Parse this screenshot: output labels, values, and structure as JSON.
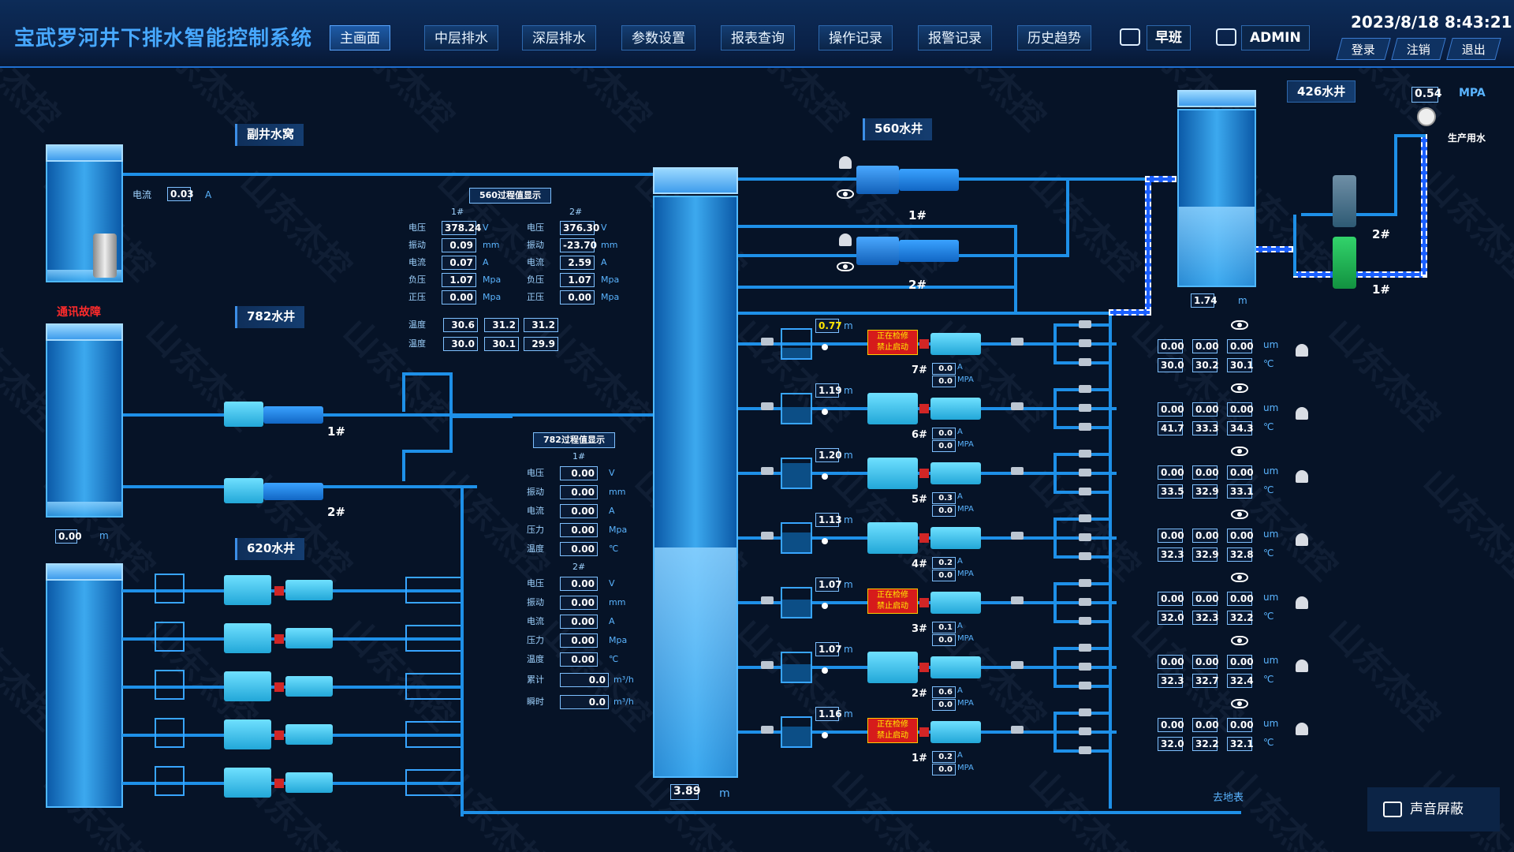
{
  "header": {
    "title": "宝武罗河井下排水智能控制系统",
    "nav": [
      "主画面",
      "中层排水",
      "深层排水",
      "参数设置",
      "报表查询",
      "操作记录",
      "报警记录",
      "历史趋势"
    ],
    "shift": "早班",
    "user": "ADMIN",
    "datetime": "2023/8/18 8:43:21",
    "buttons": [
      "登录",
      "注销",
      "退出"
    ]
  },
  "left": {
    "fujing_title": "副井水窝",
    "current_label": "电流",
    "current_value": "0.03",
    "current_unit": "A",
    "comm_fault": "通讯故障",
    "w782_title": "782水井",
    "w782_level": "0.00",
    "w782_level_unit": "m",
    "pump_1": "1#",
    "pump_2": "2#",
    "w620_title": "620水井"
  },
  "panel560": {
    "title": "560过程值显示",
    "col1": "1#",
    "col2": "2#",
    "rows": [
      {
        "label": "电压",
        "v1": "378.24",
        "v2": "376.30",
        "unit": "V"
      },
      {
        "label": "振动",
        "v1": "0.09",
        "v2": "-23.70",
        "unit": "mm"
      },
      {
        "label": "电流",
        "v1": "0.07",
        "v2": "2.59",
        "unit": "A"
      },
      {
        "label": "负压",
        "v1": "1.07",
        "v2": "1.07",
        "unit": "Mpa"
      },
      {
        "label": "正压",
        "v1": "0.00",
        "v2": "0.00",
        "unit": "Mpa"
      }
    ],
    "temp_rows": [
      {
        "label": "温度",
        "a": "30.6",
        "b": "31.2",
        "c": "31.2"
      },
      {
        "label": "温度",
        "a": "30.0",
        "b": "30.1",
        "c": "29.9"
      }
    ]
  },
  "panel782": {
    "title": "782过程值显示",
    "col1": "1#",
    "col2": "2#",
    "rows1": [
      {
        "label": "电压",
        "v": "0.00",
        "unit": "V"
      },
      {
        "label": "振动",
        "v": "0.00",
        "unit": "mm"
      },
      {
        "label": "电流",
        "v": "0.00",
        "unit": "A"
      },
      {
        "label": "压力",
        "v": "0.00",
        "unit": "Mpa"
      },
      {
        "label": "温度",
        "v": "0.00",
        "unit": "℃"
      }
    ],
    "rows2": [
      {
        "label": "电压",
        "v": "0.00",
        "unit": "V"
      },
      {
        "label": "振动",
        "v": "0.00",
        "unit": "mm"
      },
      {
        "label": "电流",
        "v": "0.00",
        "unit": "A"
      },
      {
        "label": "压力",
        "v": "0.00",
        "unit": "Mpa"
      },
      {
        "label": "温度",
        "v": "0.00",
        "unit": "℃"
      }
    ],
    "flow": [
      {
        "label": "累计",
        "v": "0.0",
        "unit": "m³/h"
      },
      {
        "label": "瞬时",
        "v": "0.0",
        "unit": "m³/h"
      }
    ]
  },
  "center": {
    "w560_title": "560水井",
    "pump_1": "1#",
    "pump_2": "2#",
    "main_level": "3.89",
    "main_level_unit": "m"
  },
  "pumps": [
    {
      "name": "7#",
      "level": "0.77",
      "a": "0.0",
      "mpa": "0.0",
      "warn": true,
      "level_ratio": 0.35
    },
    {
      "name": "6#",
      "level": "1.19",
      "a": "0.0",
      "mpa": "0.0",
      "warn": false,
      "level_ratio": 0.55
    },
    {
      "name": "5#",
      "level": "1.20",
      "a": "0.3",
      "mpa": "0.0",
      "warn": false,
      "level_ratio": 0.85
    },
    {
      "name": "4#",
      "level": "1.13",
      "a": "0.2",
      "mpa": "0.0",
      "warn": false,
      "level_ratio": 0.7
    },
    {
      "name": "3#",
      "level": "1.07",
      "a": "0.1",
      "mpa": "0.0",
      "warn": true,
      "level_ratio": 0.6
    },
    {
      "name": "2#",
      "level": "1.07",
      "a": "0.6",
      "mpa": "0.0",
      "warn": false,
      "level_ratio": 0.6
    },
    {
      "name": "1#",
      "level": "1.16",
      "a": "0.2",
      "mpa": "0.0",
      "warn": true,
      "level_ratio": 0.7
    }
  ],
  "level_unit": "m",
  "a_unit": "A",
  "mpa_unit": "MPA",
  "warn_text_1": "正在检修",
  "warn_text_2": "禁止启动",
  "goto_map": "去地表",
  "right": {
    "w426_title": "426水井",
    "pressure": "0.54",
    "pressure_unit": "MPA",
    "prod_water": "生产用水",
    "tank_level": "1.74",
    "tank_level_unit": "m",
    "pump_2": "2#",
    "pump_1": "1#",
    "um": "um",
    "degc": "℃",
    "monitors": [
      {
        "v": [
          "0.00",
          "0.00",
          "0.00"
        ],
        "t": [
          "30.0",
          "30.2",
          "30.1"
        ]
      },
      {
        "v": [
          "0.00",
          "0.00",
          "0.00"
        ],
        "t": [
          "41.7",
          "33.3",
          "34.3"
        ]
      },
      {
        "v": [
          "0.00",
          "0.00",
          "0.00"
        ],
        "t": [
          "33.5",
          "32.9",
          "33.1"
        ]
      },
      {
        "v": [
          "0.00",
          "0.00",
          "0.00"
        ],
        "t": [
          "32.3",
          "32.9",
          "32.8"
        ]
      },
      {
        "v": [
          "0.00",
          "0.00",
          "0.00"
        ],
        "t": [
          "32.0",
          "32.3",
          "32.2"
        ]
      },
      {
        "v": [
          "0.00",
          "0.00",
          "0.00"
        ],
        "t": [
          "32.3",
          "32.7",
          "32.4"
        ]
      },
      {
        "v": [
          "0.00",
          "0.00",
          "0.00"
        ],
        "t": [
          "32.0",
          "32.2",
          "32.1"
        ]
      }
    ]
  },
  "sound_mute": "声音屏蔽",
  "watermark": "山东杰控",
  "colors": {
    "pipe": "#1e90e8",
    "accent": "#47a8ff",
    "alarm": "#ff2b2b"
  }
}
